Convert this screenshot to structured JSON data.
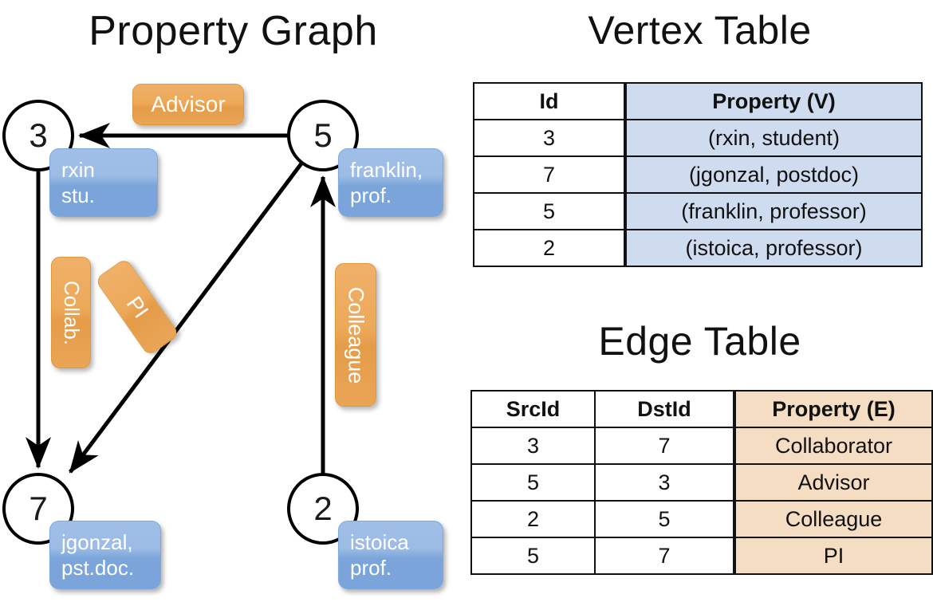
{
  "titles": {
    "property_graph": "Property Graph",
    "vertex_table": "Vertex Table",
    "edge_table": "Edge Table"
  },
  "graph": {
    "nodes": [
      {
        "id": "3",
        "property": "rxin\nstu."
      },
      {
        "id": "5",
        "property": "franklin,\nprof."
      },
      {
        "id": "7",
        "property": "jgonzal,\npst.doc."
      },
      {
        "id": "2",
        "property": "istoica\nprof."
      }
    ],
    "node_labels": {
      "n3": "3",
      "n5": "5",
      "n7": "7",
      "n2": "2"
    },
    "prop_lines": {
      "n3_l1": "rxin",
      "n3_l2": "stu.",
      "n5_l1": "franklin,",
      "n5_l2": "prof.",
      "n7_l1": "jgonzal,",
      "n7_l2": "pst.doc.",
      "n2_l1": "istoica",
      "n2_l2": "prof."
    },
    "edge_labels": {
      "advisor": "Advisor",
      "collab": "Collab.",
      "pi": "PI",
      "colleague": "Colleague"
    },
    "edges": [
      {
        "from": "5",
        "to": "3",
        "label": "Advisor"
      },
      {
        "from": "3",
        "to": "7",
        "label": "Collab."
      },
      {
        "from": "5",
        "to": "7",
        "label": "PI"
      },
      {
        "from": "2",
        "to": "5",
        "label": "Colleague"
      }
    ]
  },
  "vertex_table": {
    "headers": {
      "id": "Id",
      "property": "Property (V)"
    },
    "rows": [
      {
        "id": "3",
        "property": "(rxin, student)"
      },
      {
        "id": "7",
        "property": "(jgonzal, postdoc)"
      },
      {
        "id": "5",
        "property": "(franklin, professor)"
      },
      {
        "id": "2",
        "property": "(istoica, professor)"
      }
    ]
  },
  "edge_table": {
    "headers": {
      "src": "SrcId",
      "dst": "DstId",
      "property": "Property (E)"
    },
    "rows": [
      {
        "src": "3",
        "dst": "7",
        "property": "Collaborator"
      },
      {
        "src": "5",
        "dst": "3",
        "property": "Advisor"
      },
      {
        "src": "2",
        "dst": "5",
        "property": "Colleague"
      },
      {
        "src": "5",
        "dst": "7",
        "property": "PI"
      }
    ]
  },
  "colors": {
    "node_stroke": "#000000",
    "vertex_property_fill": "#cfdcef",
    "edge_property_fill": "#f5ddc4",
    "property_box_blue": "#8fb3e3",
    "edge_label_orange": "#eda95a",
    "background": "#ffffff"
  }
}
